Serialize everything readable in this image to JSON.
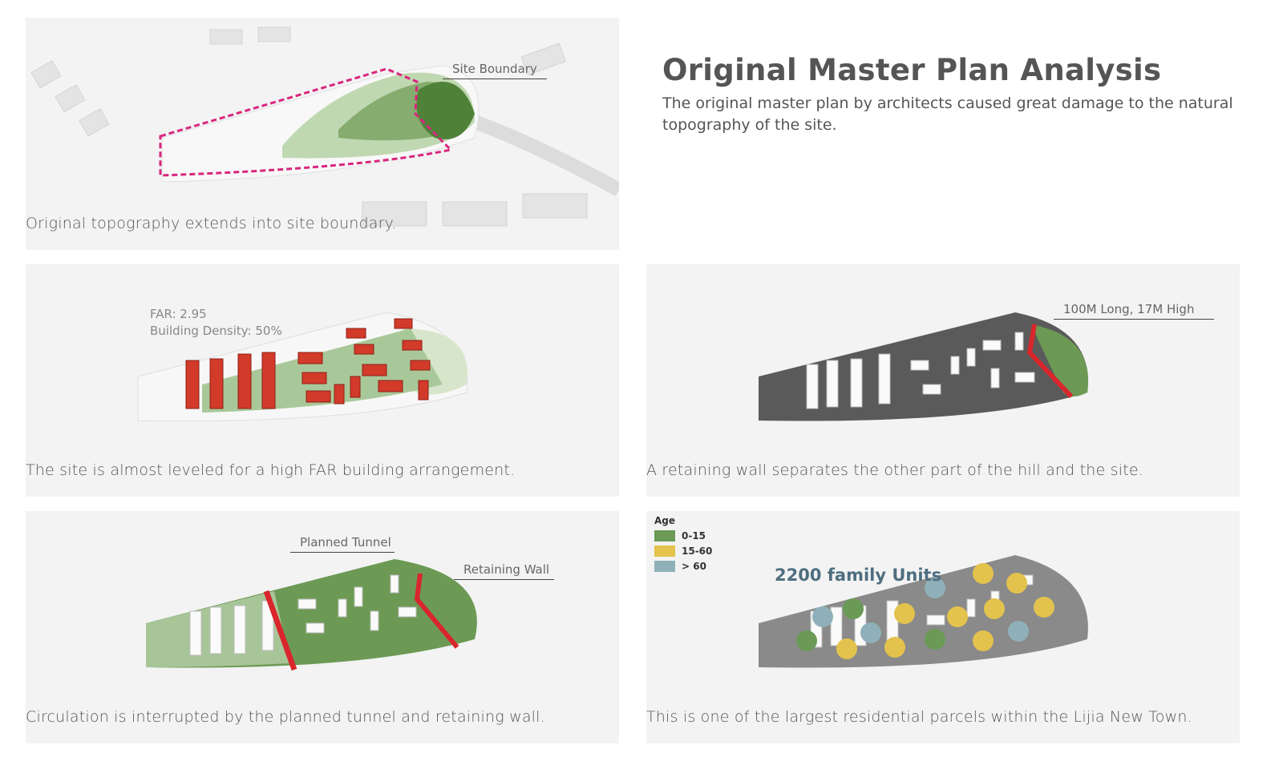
{
  "header": {
    "title": "Original Master Plan Analysis",
    "subtitle": "The original master plan by architects caused great damage to the natural topography of the site."
  },
  "panels": {
    "topography": {
      "caption": "Original topography extends into site boundary.",
      "annotation": "Site Boundary"
    },
    "density": {
      "caption": "The site is almost leveled for a high FAR building arrangement.",
      "far_label": "FAR: 2.95",
      "density_label": "Building Density: 50%"
    },
    "retaining": {
      "caption": "A retaining wall separates the other part of the hill and the site.",
      "annotation": "100M Long, 17M High"
    },
    "circulation": {
      "caption": "Circulation is interrupted by the planned tunnel and retaining wall.",
      "tunnel_label": "Planned Tunnel",
      "wall_label": "Retaining Wall"
    },
    "residents": {
      "caption": "This is one of the largest residential parcels within the Lijia New Town.",
      "units_label": "2200 family Units",
      "legend_title": "Age",
      "legend": [
        {
          "label": "0-15",
          "color": "#6a9a55"
        },
        {
          "label": "15-60",
          "color": "#e3c24d"
        },
        {
          "label": "> 60",
          "color": "#8fb0b8"
        }
      ]
    }
  },
  "colors": {
    "boundary": "#d9267e",
    "topo_light": "#b9d4a8",
    "topo_mid": "#86ad6f",
    "topo_dark": "#4f8238",
    "buildings_red": "#d23a2a",
    "site_dark": "#5a5a5a",
    "wall_red": "#d9262c",
    "site_green": "#6c9a55"
  }
}
